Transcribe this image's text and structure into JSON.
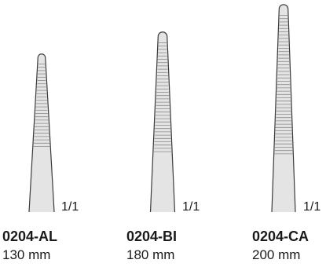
{
  "instruments": [
    {
      "code": "0204-AL",
      "length": "130 mm",
      "scale": "1/1"
    },
    {
      "code": "0204-BI",
      "length": "180 mm",
      "scale": "1/1"
    },
    {
      "code": "0204-CA",
      "length": "200 mm",
      "scale": "1/1"
    }
  ],
  "colors": {
    "jaw_fill": "#e4e4e4",
    "outline": "#3a3a3a",
    "serration": "#8a8a8a"
  }
}
